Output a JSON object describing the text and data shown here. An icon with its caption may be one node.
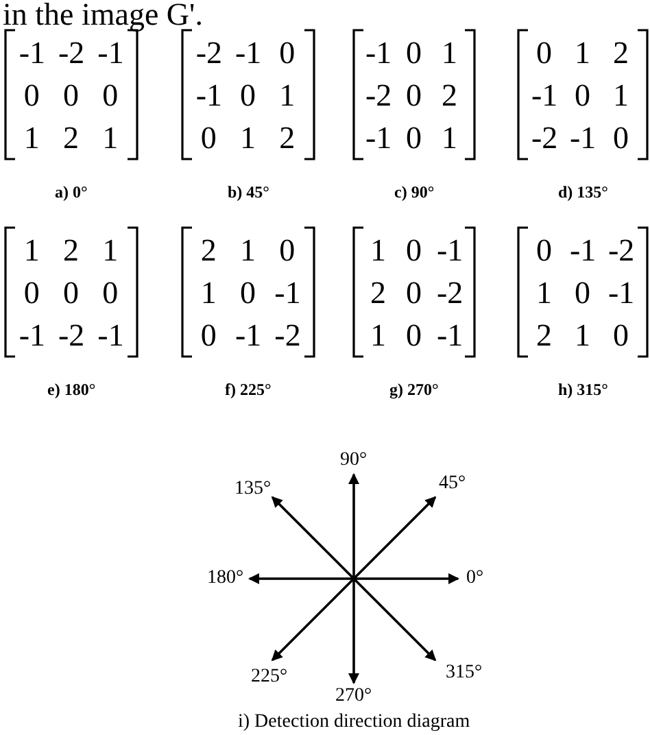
{
  "diagram": {
    "labels": [
      "in the image G'.",
      "-1",
      "-2",
      "-1",
      "0",
      "0",
      "0",
      "1",
      "2",
      "1",
      "-2",
      "-1",
      "0",
      "-1",
      "0",
      "1",
      "0",
      "1",
      "2",
      "-1",
      "0",
      "1",
      "-2",
      "0",
      "2",
      "-1",
      "0",
      "1",
      "0",
      "1",
      "2",
      "-1",
      "0",
      "1",
      "-2",
      "-1",
      "0",
      "a) 0°",
      "b) 45°",
      "c) 90°",
      "d) 135°",
      "1",
      "2",
      "1",
      "0",
      "0",
      "0",
      "-1",
      "-2",
      "-1",
      "2",
      "1",
      "0",
      "1",
      "0",
      "-1",
      "0",
      "-1",
      "-2",
      "1",
      "0",
      "-1",
      "2",
      "0",
      "-2",
      "1",
      "0",
      "-1",
      "0",
      "-1",
      "-2",
      "1",
      "0",
      "-1",
      "2",
      "1",
      "0",
      "e) 180°",
      "f) 225°",
      "g) 270°",
      "h) 315°",
      "90°",
      "135°",
      "45°",
      "180°",
      "0°",
      "225°",
      "270°",
      "315°",
      "i) Detection direction diagram"
    ]
  }
}
